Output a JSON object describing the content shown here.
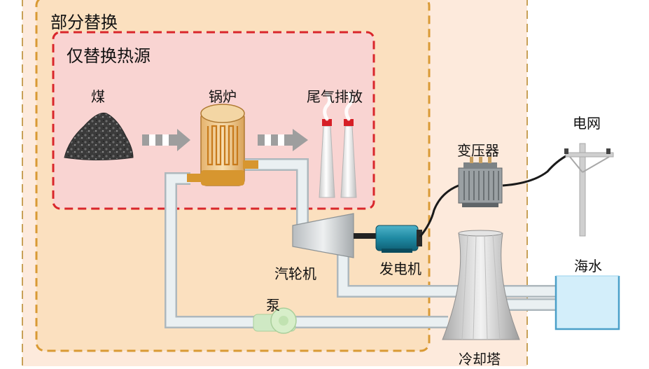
{
  "zones": {
    "partial_replacement": "部分替换",
    "heat_source_only": "仅替换热源"
  },
  "components": {
    "coal": "煤",
    "boiler": "锅炉",
    "exhaust": "尾气排放",
    "transformer": "变压器",
    "grid": "电网",
    "turbine": "汽轮机",
    "generator": "发电机",
    "seawater": "海水",
    "pump": "泵",
    "cooling_tower": "冷却塔"
  },
  "colors": {
    "outer_bg": "#fdeadc",
    "outer_border": "#c8a158",
    "mid_bg": "#fbe0bf",
    "mid_border": "#d99a35",
    "inner_bg": "#f9d4d2",
    "inner_border": "#d9262b",
    "pipe": "#e6ecef",
    "water": "#d3eefa"
  }
}
